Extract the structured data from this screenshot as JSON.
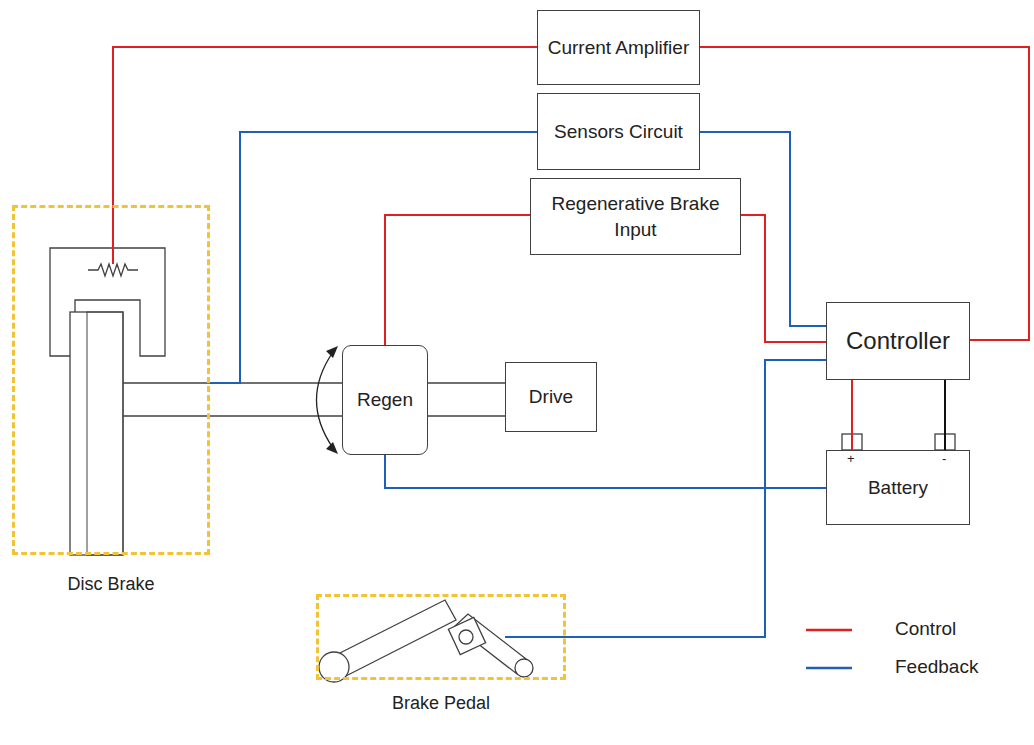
{
  "diagram": {
    "nodes": [
      {
        "text": [
          "Current Amplifier"
        ]
      },
      {
        "text": [
          "Sensors Circuit"
        ]
      },
      {
        "text": [
          "Regenerative Brake Input"
        ]
      },
      {
        "text": [
          "Controller"
        ]
      },
      {
        "text": [
          "Battery"
        ]
      },
      {
        "text": [
          "Regen"
        ]
      },
      {
        "text": [
          "Drive"
        ]
      },
      {
        "text": [
          "Disc Brake"
        ]
      },
      {
        "text": [
          "Brake Pedal"
        ]
      }
    ],
    "edges": [
      {
        "from": 3,
        "to": 0,
        "arrow": "none"
      },
      {
        "from": 0,
        "to": 7,
        "arrow": "none"
      },
      {
        "from": 1,
        "to": 7,
        "arrow": "none"
      },
      {
        "from": 1,
        "to": 3,
        "arrow": "none"
      },
      {
        "from": 2,
        "to": 3,
        "arrow": "none"
      },
      {
        "from": 2,
        "to": 5,
        "arrow": "none"
      },
      {
        "from": 5,
        "to": 4,
        "arrow": "none"
      },
      {
        "from": 8,
        "to": 3,
        "arrow": "none"
      },
      {
        "from": 3,
        "to": 4,
        "arrow": "none"
      },
      {
        "from": 3,
        "to": 4,
        "arrow": "none"
      }
    ],
    "labels": [
      "+",
      "-"
    ],
    "legend": [
      {
        "text": "Control"
      },
      {
        "text": "Feedback"
      }
    ]
  }
}
